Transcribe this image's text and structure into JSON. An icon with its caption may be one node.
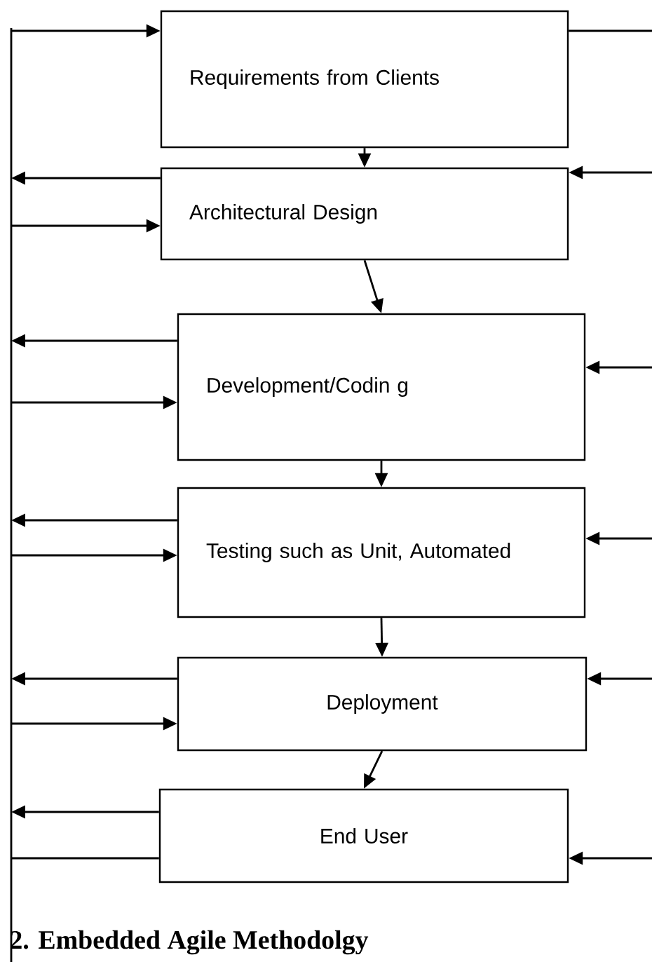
{
  "diagram": {
    "caption": "2. Embedded Agile Methodolgy",
    "nodes": [
      {
        "text": [
          "Requirements from Clients"
        ]
      },
      {
        "text": [
          "Architectural Design"
        ]
      },
      {
        "text": [
          "Development/Codin g"
        ]
      },
      {
        "text": [
          "Testing such as Unit, Automated"
        ]
      },
      {
        "text": [
          "Deployment"
        ]
      },
      {
        "text": [
          "End User"
        ]
      }
    ],
    "edges": [
      {
        "from": 0,
        "to": 1,
        "arrow": "to"
      },
      {
        "from": 1,
        "to": 2,
        "arrow": "to"
      },
      {
        "from": 2,
        "to": 3,
        "arrow": "to"
      },
      {
        "from": 3,
        "to": 4,
        "arrow": "to"
      },
      {
        "from": 4,
        "to": 5,
        "arrow": "to"
      },
      {
        "from": 1,
        "to": null,
        "arrow": "to"
      },
      {
        "from": 2,
        "to": null,
        "arrow": "to"
      },
      {
        "from": 3,
        "to": null,
        "arrow": "to"
      },
      {
        "from": 4,
        "to": null,
        "arrow": "to"
      },
      {
        "from": 5,
        "to": null,
        "arrow": "to"
      },
      {
        "from": null,
        "to": 0,
        "arrow": "to"
      },
      {
        "from": null,
        "to": 1,
        "arrow": "to"
      },
      {
        "from": null,
        "to": 2,
        "arrow": "to"
      },
      {
        "from": null,
        "to": 3,
        "arrow": "to"
      },
      {
        "from": null,
        "to": 4,
        "arrow": "to"
      },
      {
        "from": null,
        "to": 5,
        "arrow": "none"
      },
      {
        "from": 0,
        "to": null,
        "arrow": "none"
      },
      {
        "from": null,
        "to": 1,
        "arrow": "to"
      },
      {
        "from": null,
        "to": 2,
        "arrow": "to"
      },
      {
        "from": null,
        "to": 3,
        "arrow": "to"
      },
      {
        "from": null,
        "to": 4,
        "arrow": "to"
      },
      {
        "from": null,
        "to": 5,
        "arrow": "to"
      }
    ]
  }
}
